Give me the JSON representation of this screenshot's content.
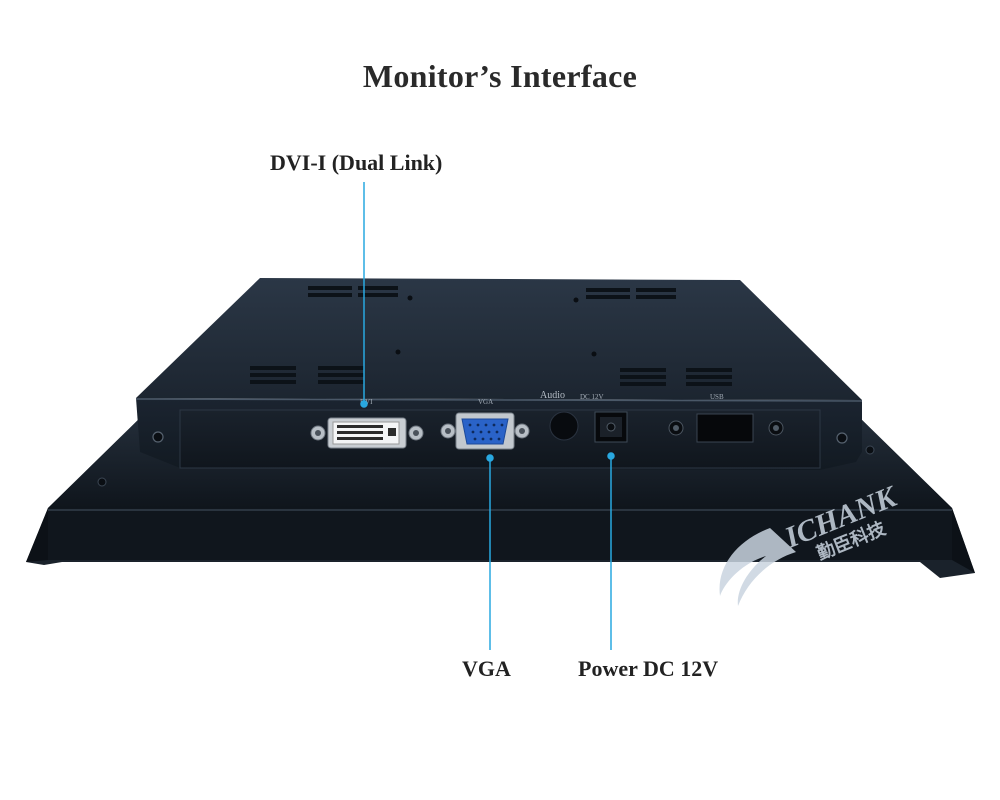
{
  "title": "Monitor’s Interface",
  "callouts": {
    "dvi": "DVI-I (Dual Link)",
    "vga": "VGA",
    "power": "Power DC 12V"
  },
  "port_labels": {
    "dvi": "DVI",
    "vga": "VGA",
    "audio": "Audio",
    "dc": "DC 12V",
    "usb": "USB"
  },
  "watermark": {
    "brand": "ICHANK",
    "chinese": "勤臣科技",
    "color": "#c9d4df"
  },
  "colors": {
    "callout_line": "#29a8e0",
    "chassis": "#1f2a36",
    "vga_connector": "#2a63c8"
  }
}
